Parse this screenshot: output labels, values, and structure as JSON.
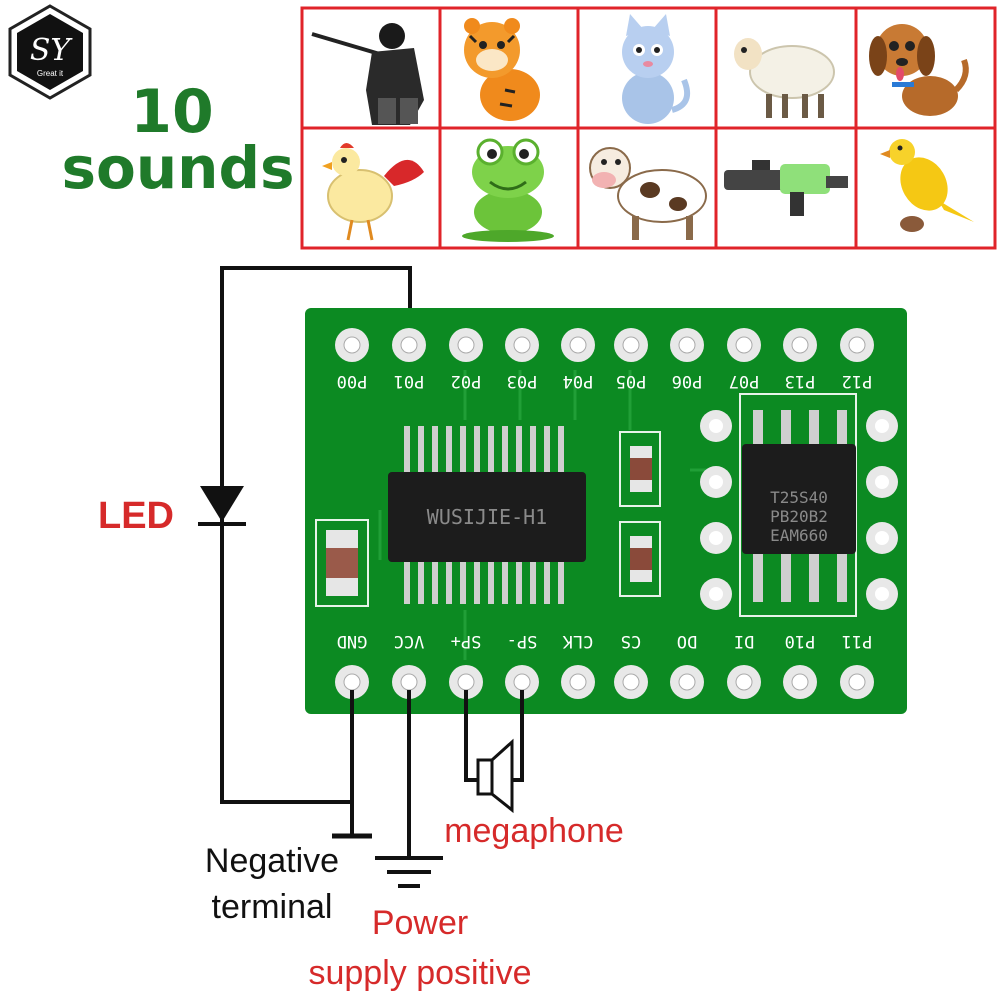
{
  "logo": {
    "letters": "SY",
    "tagline": "Great it"
  },
  "title": {
    "line1": "10",
    "line2": "sounds"
  },
  "sound_grid": {
    "border_color": "#e0242a",
    "items": [
      {
        "name": "soldier-with-rifle",
        "icon": "soldier-icon"
      },
      {
        "name": "tiger",
        "icon": "tiger-icon"
      },
      {
        "name": "cat",
        "icon": "cat-icon"
      },
      {
        "name": "sheep",
        "icon": "sheep-icon"
      },
      {
        "name": "dog",
        "icon": "dog-icon"
      },
      {
        "name": "rooster",
        "icon": "rooster-icon"
      },
      {
        "name": "frog",
        "icon": "frog-icon"
      },
      {
        "name": "cow",
        "icon": "cow-icon"
      },
      {
        "name": "assault-rifle",
        "icon": "gun-icon"
      },
      {
        "name": "canary",
        "icon": "bird-icon"
      }
    ]
  },
  "board": {
    "color": "#0c8a22",
    "top_pins": [
      "P00",
      "P01",
      "P02",
      "P03",
      "P04",
      "P05",
      "P06",
      "P07",
      "P13",
      "P12"
    ],
    "bottom_pins": [
      "GND",
      "VCC",
      "SP+",
      "SP-",
      "CLK",
      "CS",
      "DO",
      "DI",
      "P10",
      "P11"
    ],
    "main_chip": "WUSIJIE-H1",
    "flash_chip": [
      "T25S40",
      "PB20B2",
      "EAM660"
    ]
  },
  "labels": {
    "led": "LED",
    "megaphone": "megaphone",
    "negative_line1": "Negative",
    "negative_line2": "terminal",
    "power_line1": "Power",
    "power_line2": "supply positive"
  },
  "colors": {
    "title_green": "#1f7a2a",
    "label_red": "#d62a2a",
    "board_green": "#0c8a22"
  }
}
